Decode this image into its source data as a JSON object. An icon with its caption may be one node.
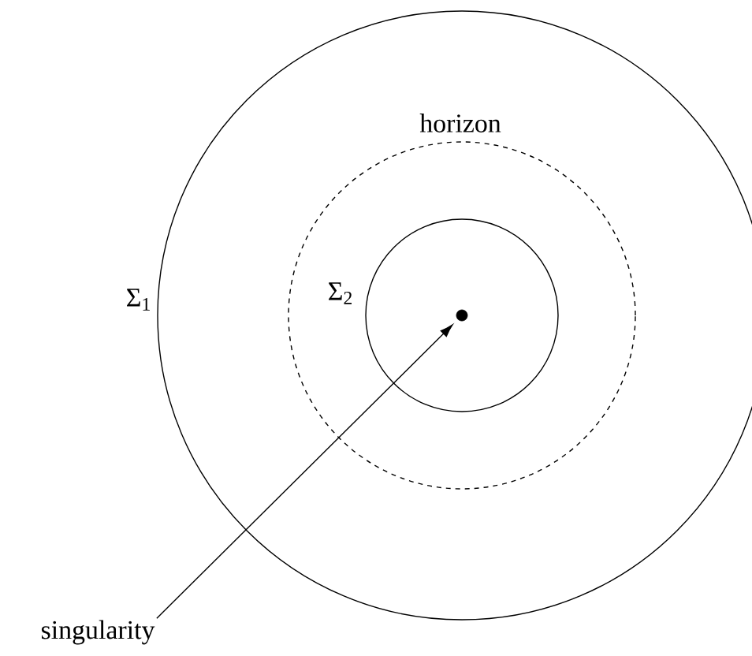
{
  "diagram": {
    "nodes": [
      {
        "text": [
          "Σ$_{1}$"
        ]
      },
      {
        "text": [
          "horizon"
        ],
        "in": 0
      },
      {
        "text": [
          "Σ$_{2}$"
        ],
        "in": 1
      },
      {
        "text": [],
        "shape": "circle",
        "in": 2
      },
      {
        "text": [
          "singularity"
        ]
      }
    ],
    "edges": [
      {
        "from": 4,
        "to": 3,
        "arrow": "to"
      }
    ]
  }
}
